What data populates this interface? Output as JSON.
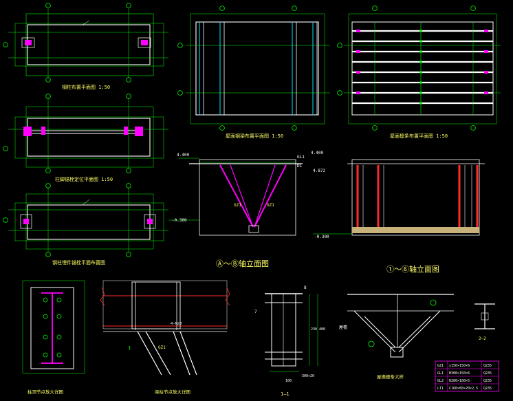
{
  "colors": {
    "background": "#000000",
    "outline": "#ffffff",
    "dimension": "#00ff00",
    "text": "#ffff66",
    "beam": "#ff00ff",
    "column": "#ff2a2a",
    "axis": "#00e5ff"
  },
  "titles": {
    "plan1": "钢柱布置平面图 1:50",
    "plan2": "柱脚锚栓定位平面图 1:50",
    "plan3": "钢柱埋件锚栓平面布置图",
    "roof_plan": "屋面钢梁布置平面图 1:50",
    "purlin_plan": "屋面檩条布置平面图 1:50",
    "elev_ab": "Ⓐ～Ⓑ轴立面图",
    "elev_16": "①～⑥轴立面图",
    "detail_col_top": "柱顶节点放大详图",
    "detail_beam_col": "梁柱节点放大详图",
    "section_11": "1—1",
    "detail_brace": "屋檐檩条大样",
    "section_22": "2—2"
  },
  "labels": {
    "gz1_a": "GZ1",
    "gz1_b": "GZ1",
    "elev_left_top": "4.400",
    "elev_left_bot": "-0.300",
    "elev_right_top": "4.400",
    "elev_right_mid": "4.872",
    "elev_right_bot": "-0.300",
    "gl1": "GL1",
    "dl": "DL",
    "bolt_note": "4-M20",
    "dim_400": "400",
    "dim_230": "230",
    "dim_100": "100",
    "weld_7": "7",
    "weld_8": "8",
    "plate": "-300×20",
    "brace": "屋檐",
    "cut_1": "1"
  },
  "table": {
    "rows": [
      [
        "GZ1",
        "□150×150×6",
        "Q235"
      ],
      [
        "GL1",
        "H300×150×6",
        "Q235"
      ],
      [
        "GL2",
        "H200×100×5",
        "Q235"
      ],
      [
        "LT1",
        "C160×60×20×2.5",
        "Q235"
      ]
    ]
  }
}
